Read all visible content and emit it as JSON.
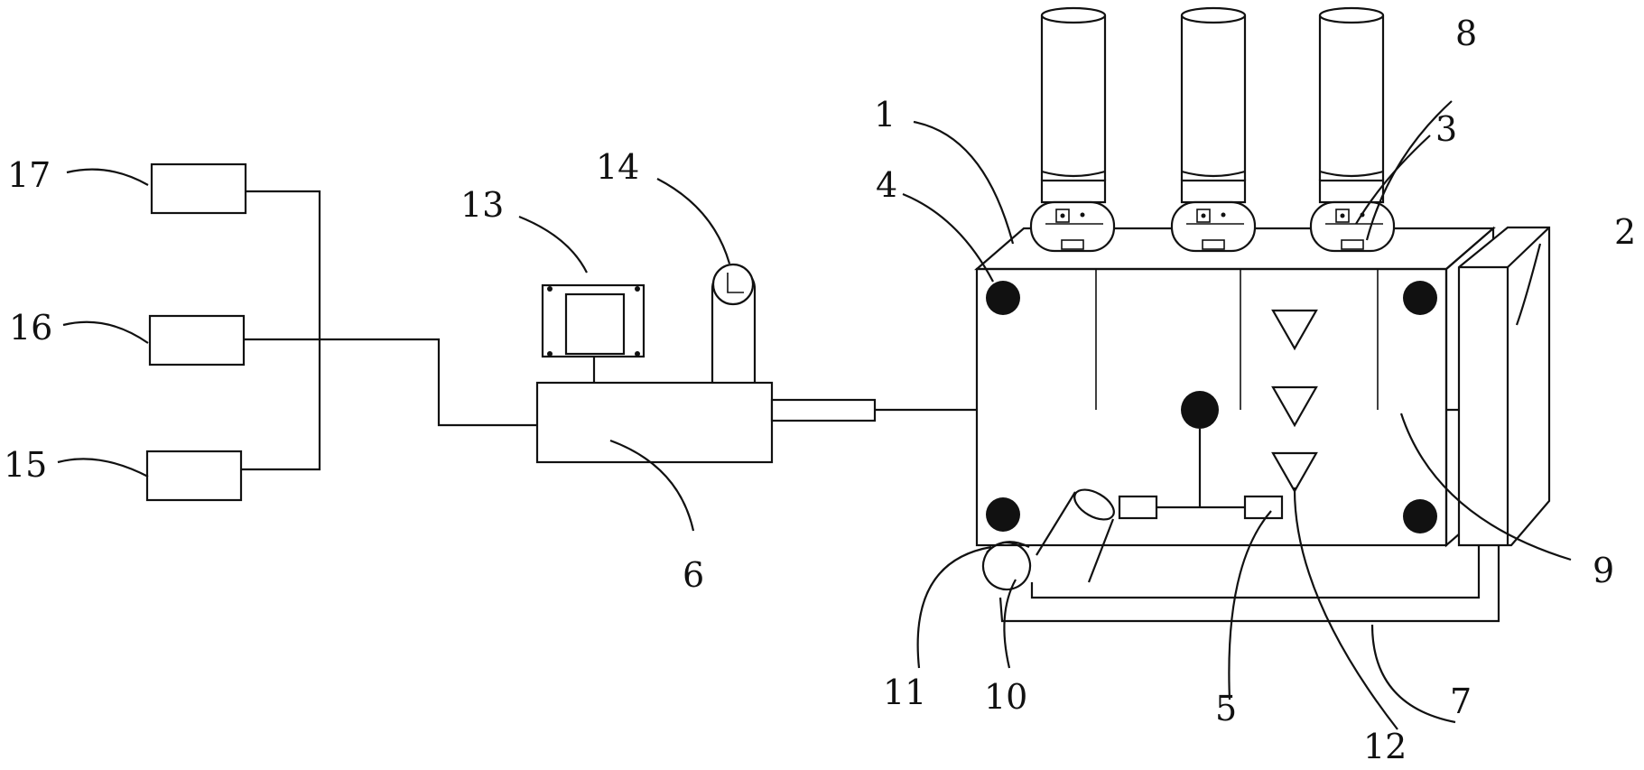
{
  "diagram": {
    "labels": {
      "l1": "1",
      "l2": "2",
      "l3": "3",
      "l4": "4",
      "l5": "5",
      "l6": "6",
      "l7": "7",
      "l8": "8",
      "l9": "9",
      "l10": "10",
      "l11": "11",
      "l12": "12",
      "l13": "13",
      "l14": "14",
      "l15": "15",
      "l16": "16",
      "l17": "17"
    },
    "colors": {
      "stroke": "#111111",
      "fill_dark": "#111111",
      "background": "#ffffff"
    }
  }
}
